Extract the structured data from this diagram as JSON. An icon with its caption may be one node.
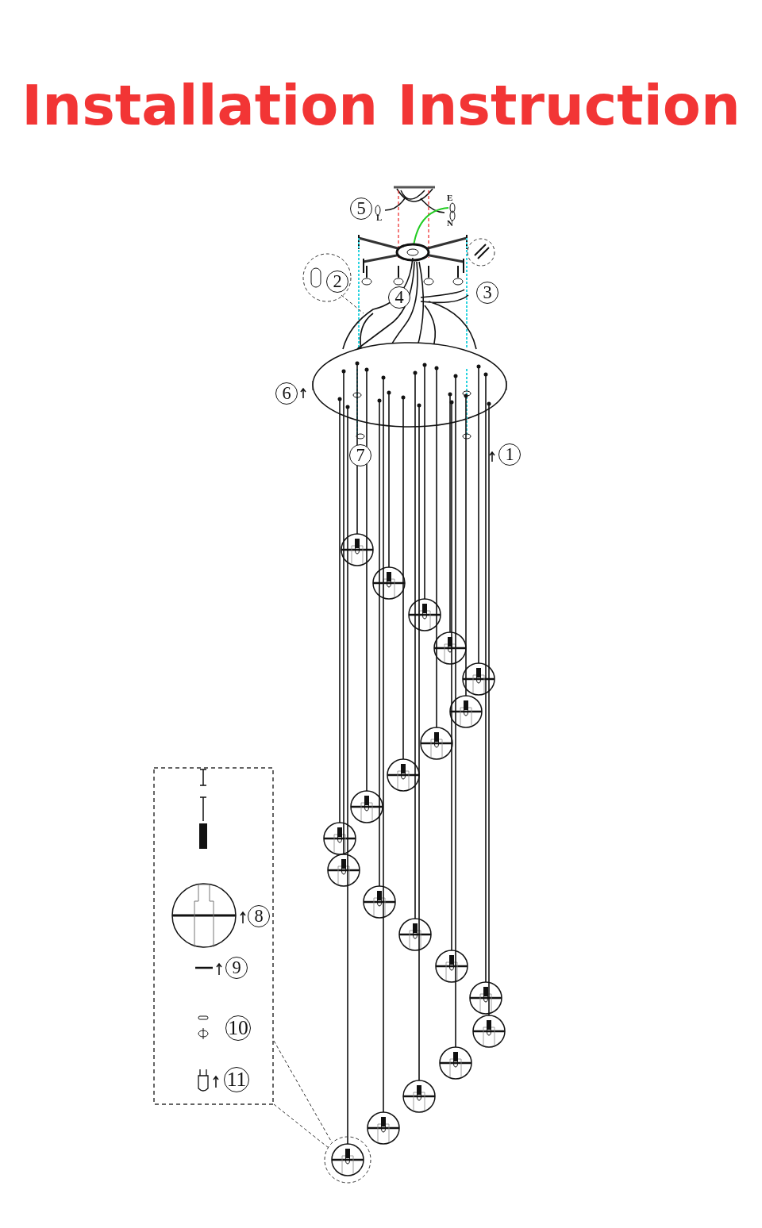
{
  "diagram": {
    "title": "Installation Instruction",
    "labels": [
      "5",
      "L",
      "E",
      "N",
      "2",
      "4",
      "3",
      "6",
      "7",
      "1",
      "8",
      "9",
      "10",
      "11"
    ]
  }
}
